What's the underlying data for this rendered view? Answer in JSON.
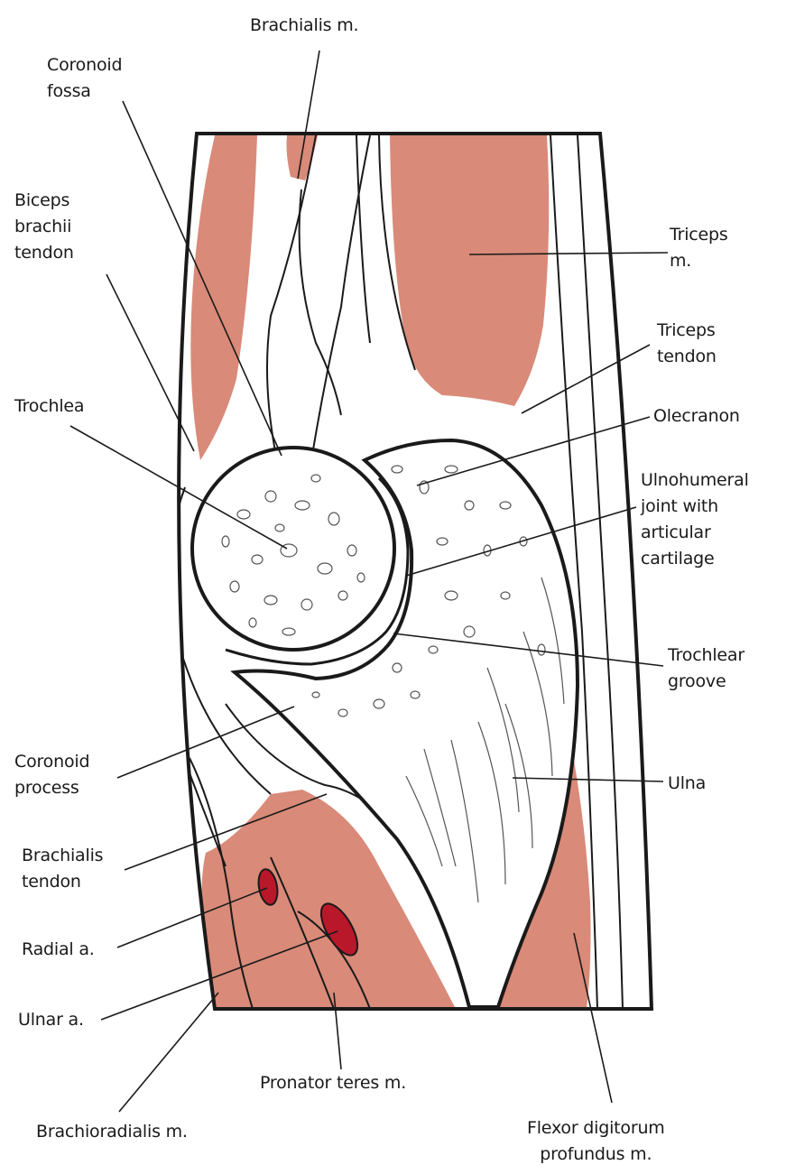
{
  "labels": {
    "brachialis_m": "Brachialis m.",
    "coronoid_fossa": "Coronoid\nfossa",
    "biceps_brachii_tendon": "Biceps\nbrachii\ntendon",
    "triceps_m": "Triceps\nm.",
    "triceps_tendon": "Triceps\ntendon",
    "trochlea": "Trochlea",
    "olecranon": "Olecranon",
    "ulnohumeral_joint": "Ulnohumeral\njoint with\narticular\ncartilage",
    "trochlear_groove": "Trochlear\ngroove",
    "coronoid_process": "Coronoid\nprocess",
    "ulna": "Ulna",
    "brachialis_tendon": "Brachialis\ntendon",
    "radial_a": "Radial a.",
    "ulnar_a": "Ulnar a.",
    "pronator_teres_m": "Pronator teres m.",
    "brachioradialis_m": "Brachioradialis m.",
    "flexor_digitorum_profundus_m": "Flexor digitorum\nprofundus m."
  },
  "colors": {
    "muscle": "#d98a78",
    "artery": "#b8182a",
    "outline": "#1a1a1a"
  }
}
